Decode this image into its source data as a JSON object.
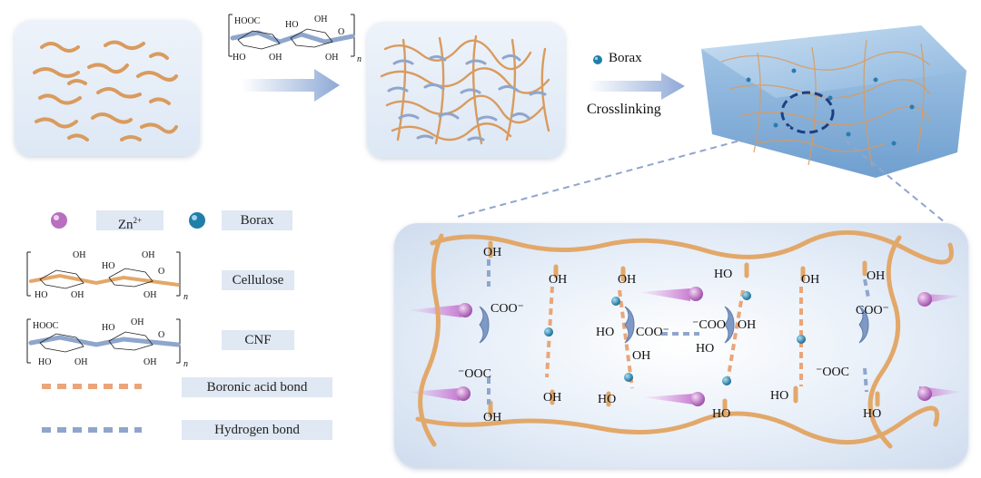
{
  "top": {
    "cnf_formula": {
      "hooc": "HOOC",
      "ho": "HO",
      "oh": "OH",
      "o": "O",
      "n": "n"
    },
    "borax_label": "Borax",
    "crosslinking_label": "Crosslinking"
  },
  "legend": {
    "zn": "Zn",
    "zn_sup": "2+",
    "borax": "Borax",
    "cellulose": "Cellulose",
    "cnf": "CNF",
    "boronic": "Boronic acid bond",
    "hydrogen": "Hydrogen bond",
    "cellulose_formula": {
      "oh": "OH",
      "ho": "HO",
      "o": "O",
      "n": "n"
    },
    "cnf_formula": {
      "hooc": "HOOC",
      "ho": "HO",
      "oh": "OH",
      "o": "O",
      "n": "n"
    }
  },
  "detail": {
    "oh": "OH",
    "ho": "HO",
    "coo_minus": "COO⁻",
    "minus_ooc": "⁻OOC",
    "coo": "COO",
    "minus_coo": "⁻COO"
  },
  "colors": {
    "fiber": "#e2a86a",
    "fiber_stroke": "#c98a4e",
    "cnf": "#8fa6cc",
    "borax": "#1f7fa8",
    "zn": "#b86fc0",
    "boronic_bond": "#eaa57a",
    "hydrogen_bond": "#8fa6cc",
    "gel": "#9cc2e4"
  }
}
